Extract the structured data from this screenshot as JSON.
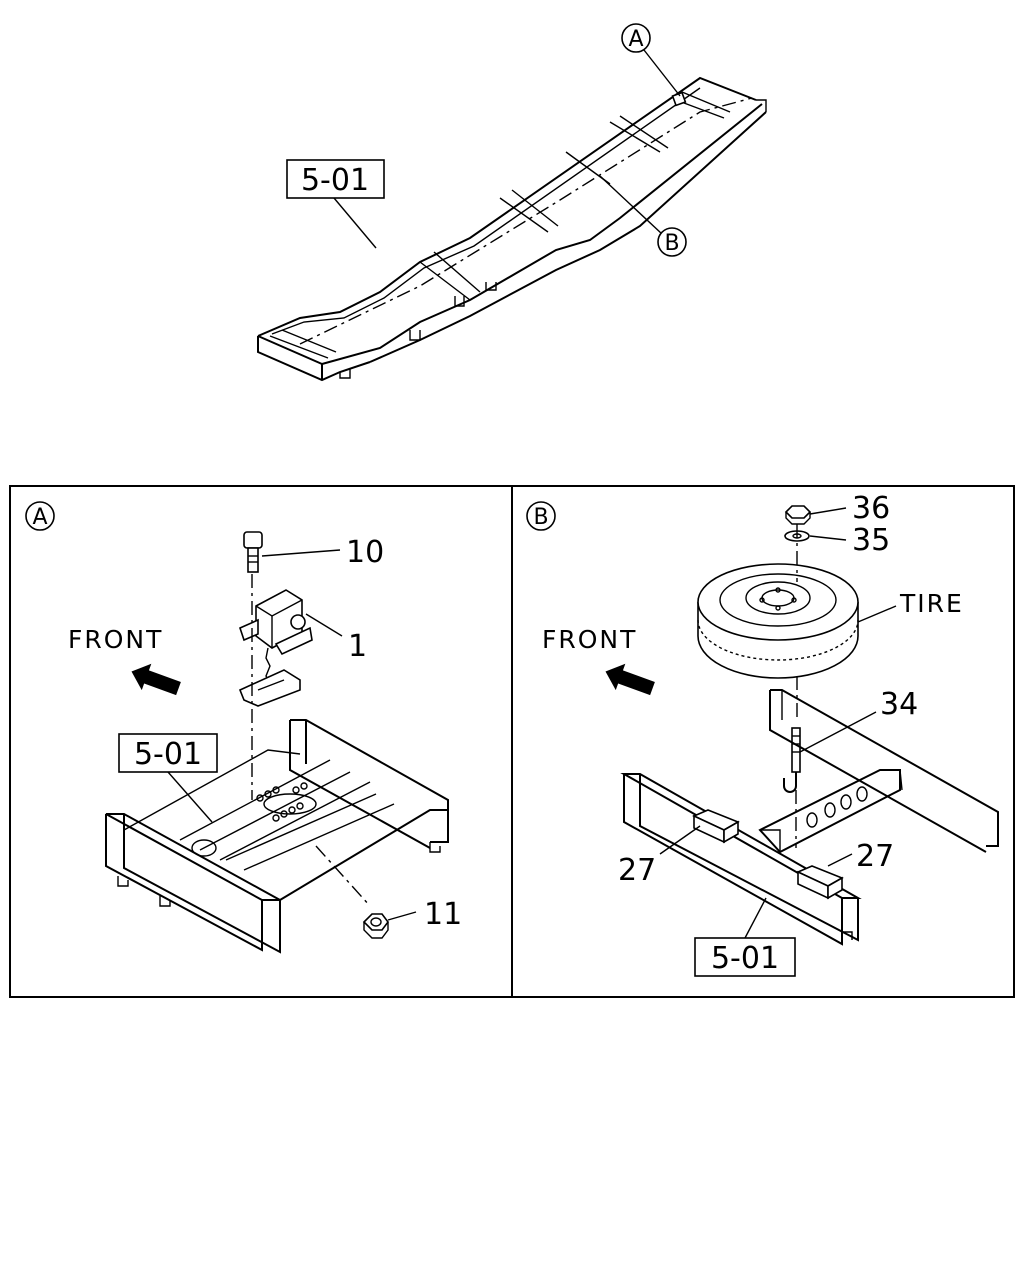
{
  "overview": {
    "ref_label": "5-01",
    "callout_a": "A",
    "callout_b": "B"
  },
  "panel_a": {
    "tag": "A",
    "front_label": "FRONT",
    "ref_label": "5-01",
    "parts": [
      {
        "num": "10",
        "desc": "bolt"
      },
      {
        "num": "1",
        "desc": "bracket with chain"
      },
      {
        "num": "11",
        "desc": "nut"
      }
    ]
  },
  "panel_b": {
    "tag": "B",
    "front_label": "FRONT",
    "ref_label": "5-01",
    "tire_label": "TIRE",
    "parts": [
      {
        "num": "36",
        "desc": "nut"
      },
      {
        "num": "35",
        "desc": "washer"
      },
      {
        "num": "34",
        "desc": "hook bolt"
      },
      {
        "num": "27",
        "desc": "pad left"
      },
      {
        "num": "27",
        "desc": "pad right"
      }
    ]
  },
  "icons": [
    "front-arrow-icon",
    "tire-icon",
    "nut-icon",
    "bolt-icon",
    "washer-icon"
  ]
}
